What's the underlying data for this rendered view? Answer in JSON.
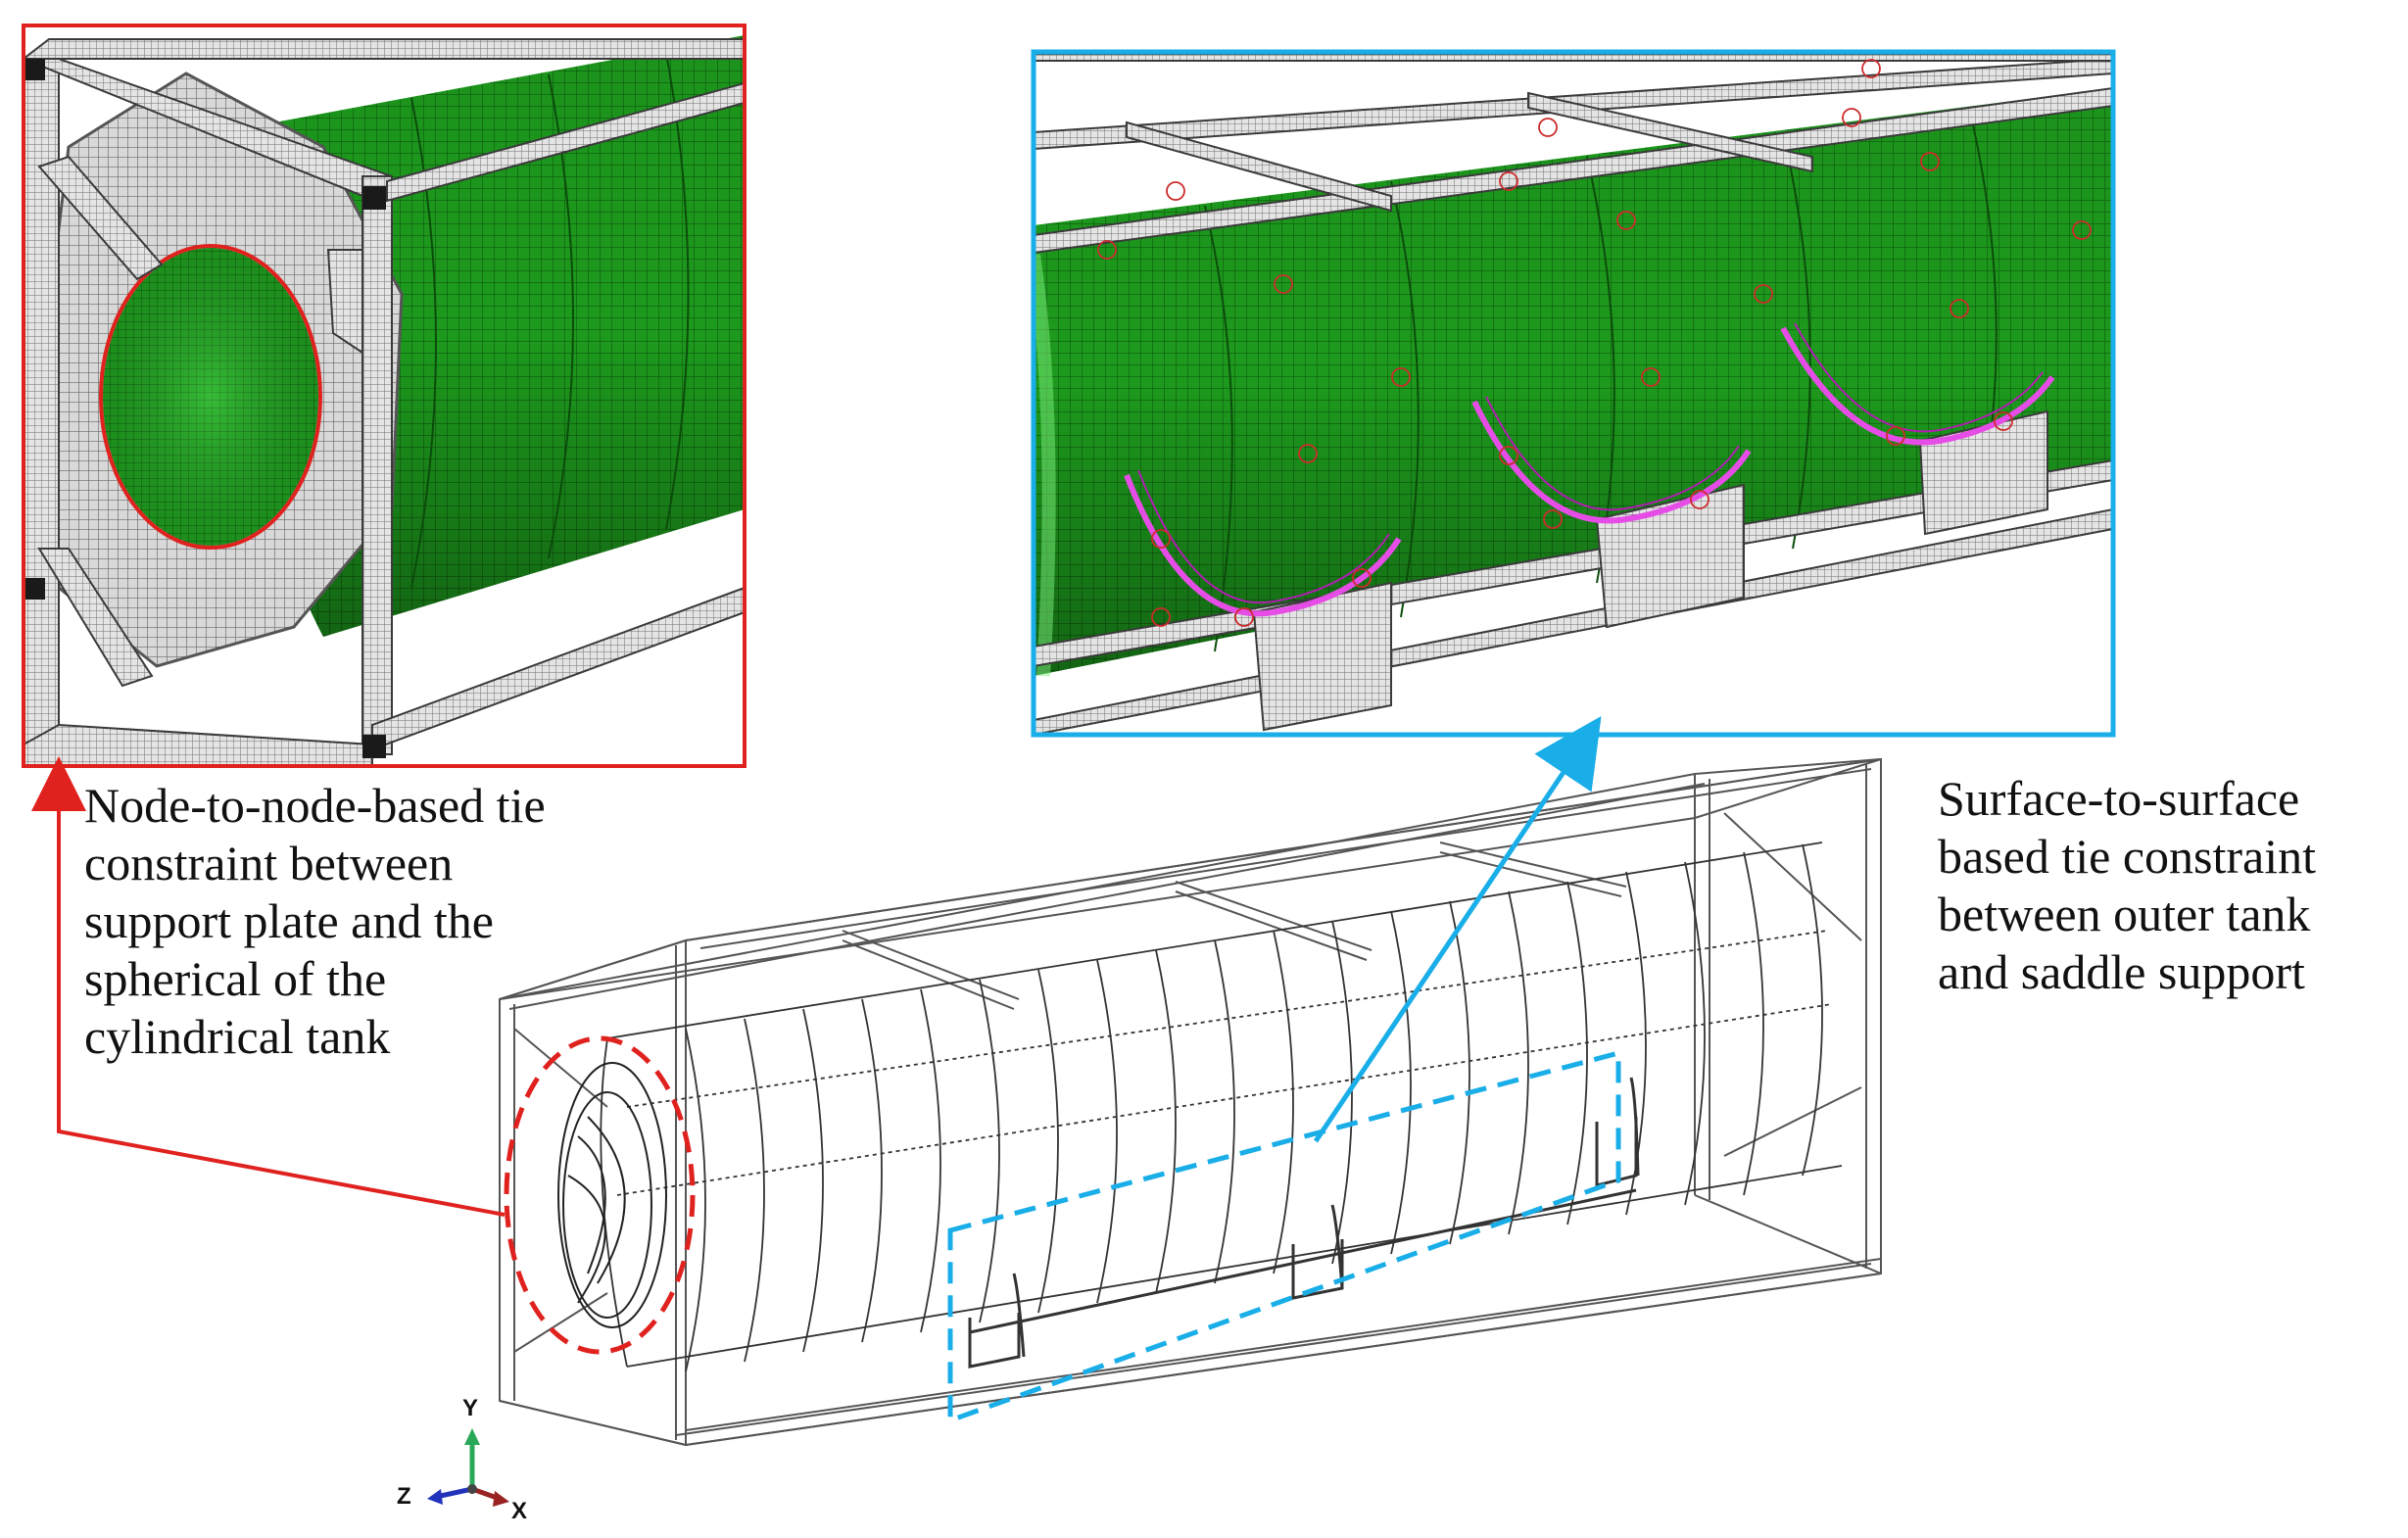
{
  "captions": {
    "left": {
      "lines": [
        "Node-to-node-based tie",
        "constraint between",
        "support plate and the",
        "spherical of the",
        "cylindrical tank"
      ]
    },
    "right": {
      "lines": [
        "Surface-to-surface",
        "based tie constraint",
        "between outer tank",
        "and saddle support"
      ]
    }
  },
  "axes": {
    "y": "Y",
    "z": "Z",
    "x": "X"
  },
  "colors": {
    "left_callout": "#e0221f",
    "right_callout": "#19aee8",
    "tank_mesh": "#1e9a1e",
    "frame_mesh": "#9a9a9a",
    "saddle_highlight": "#e64ce6",
    "axis_y": "#2aa85a",
    "axis_z": "#2233bb",
    "axis_x": "#992222"
  }
}
